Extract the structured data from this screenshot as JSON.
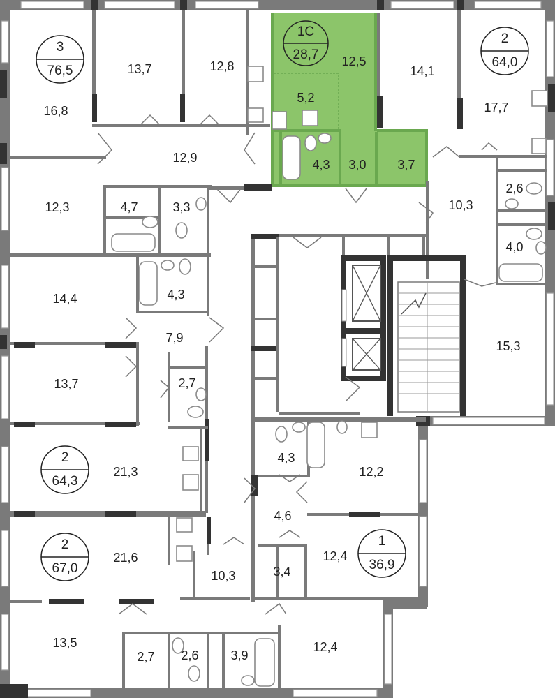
{
  "colors": {
    "selected": "#8cc56a",
    "wall": "#7a7a7a",
    "dark_wall": "#333333",
    "background": "#ffffff"
  },
  "apartments": [
    {
      "type": "3",
      "area": "76,5"
    },
    {
      "type": "1С",
      "area": "28,7"
    },
    {
      "type": "2",
      "area": "64,0"
    },
    {
      "type": "2",
      "area": "64,3"
    },
    {
      "type": "2",
      "area": "67,0"
    },
    {
      "type": "1",
      "area": "36,9"
    }
  ],
  "rooms": [
    "16,8",
    "13,7",
    "12,8",
    "12,5",
    "5,2",
    "4,3",
    "3,0",
    "3,7",
    "14,1",
    "17,7",
    "12,9",
    "12,3",
    "4,7",
    "3,3",
    "2,6",
    "10,3",
    "4,0",
    "14,4",
    "4,3",
    "7,9",
    "13,7",
    "2,7",
    "15,3",
    "21,3",
    "4,3",
    "12,2",
    "4,6",
    "21,6",
    "10,3",
    "3,4",
    "12,4",
    "13,5",
    "2,7",
    "2,6",
    "3,9",
    "12,4"
  ]
}
